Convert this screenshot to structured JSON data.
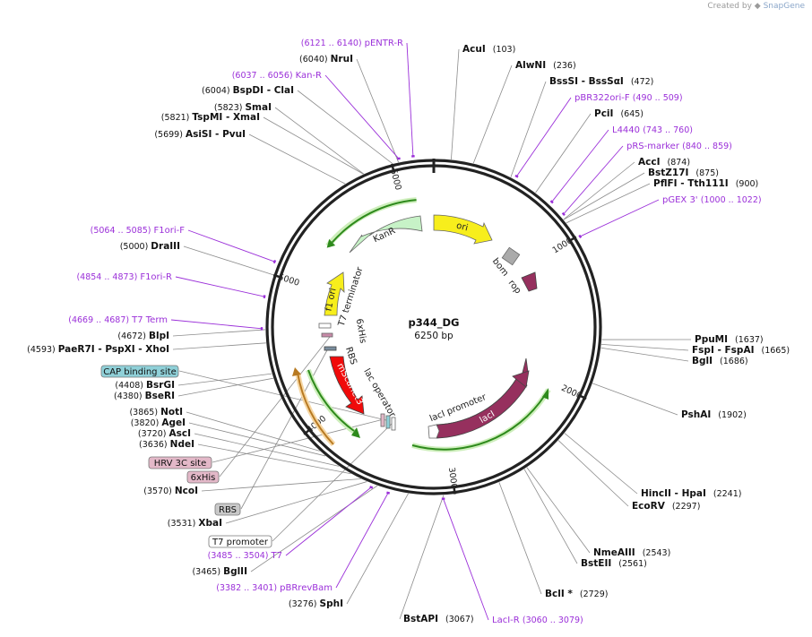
{
  "credit": {
    "prefix": "Created by",
    "brand": "SnapGene"
  },
  "plasmid": {
    "name": "p344_DG",
    "size_label": "6250 bp",
    "length": 6250
  },
  "ticks": [
    {
      "bp": 1000,
      "label": "1000"
    },
    {
      "bp": 2000,
      "label": "2000"
    },
    {
      "bp": 3000,
      "label": "3000"
    },
    {
      "bp": 4000,
      "label": "4000"
    },
    {
      "bp": 5000,
      "label": "5000"
    },
    {
      "bp": 6000,
      "label": "6000"
    }
  ],
  "enzymes_right": [
    {
      "name": "AcuI",
      "pos": "(103)",
      "bp": 103
    },
    {
      "name": "AlwNI",
      "pos": "(236)",
      "bp": 236
    },
    {
      "name": "BssSI - BssSαI",
      "pos": "(472)",
      "bp": 472
    },
    {
      "name": "PciI",
      "pos": "(645)",
      "bp": 645
    },
    {
      "name": "AccI",
      "pos": "(874)",
      "bp": 874
    },
    {
      "name": "BstZ17I",
      "pos": "(875)",
      "bp": 875
    },
    {
      "name": "PflFI - Tth111I",
      "pos": "(900)",
      "bp": 900
    },
    {
      "name": "PpuMI",
      "pos": "(1637)",
      "bp": 1637
    },
    {
      "name": "FspI - FspAI",
      "pos": "(1665)",
      "bp": 1665
    },
    {
      "name": "BglI",
      "pos": "(1686)",
      "bp": 1686
    },
    {
      "name": "PshAI",
      "pos": "(1902)",
      "bp": 1902
    },
    {
      "name": "HincII - HpaI",
      "pos": "(2241)",
      "bp": 2241
    },
    {
      "name": "EcoRV",
      "pos": "(2297)",
      "bp": 2297
    },
    {
      "name": "NmeAIII",
      "pos": "(2543)",
      "bp": 2543
    },
    {
      "name": "BstEII",
      "pos": "(2561)",
      "bp": 2561
    },
    {
      "name": "BclI *",
      "pos": "(2729)",
      "bp": 2729
    },
    {
      "name": "BstAPI",
      "pos": "(3067)",
      "bp": 3067
    }
  ],
  "enzymes_left": [
    {
      "name": "NruI",
      "pos": "(6040)",
      "bp": 6040
    },
    {
      "name": "BspDI - ClaI",
      "pos": "(6004)",
      "bp": 6004
    },
    {
      "name": "SmaI",
      "pos": "(5823)",
      "bp": 5823
    },
    {
      "name": "TspMI - XmaI",
      "pos": "(5821)",
      "bp": 5821
    },
    {
      "name": "AsiSI - PvuI",
      "pos": "(5699)",
      "bp": 5699
    },
    {
      "name": "DraIII",
      "pos": "(5000)",
      "bp": 5000
    },
    {
      "name": "BlpI",
      "pos": "(4672)",
      "bp": 4672
    },
    {
      "name": "PaeR7I - PspXI - XhoI",
      "pos": "(4593)",
      "bp": 4593
    },
    {
      "name": "BsrGI",
      "pos": "(4408)",
      "bp": 4408
    },
    {
      "name": "BseRI",
      "pos": "(4380)",
      "bp": 4380
    },
    {
      "name": "NotI",
      "pos": "(3865)",
      "bp": 3865
    },
    {
      "name": "AgeI",
      "pos": "(3820)",
      "bp": 3820
    },
    {
      "name": "AscI",
      "pos": "(3720)",
      "bp": 3720
    },
    {
      "name": "NdeI",
      "pos": "(3636)",
      "bp": 3636
    },
    {
      "name": "NcoI",
      "pos": "(3570)",
      "bp": 3570
    },
    {
      "name": "XbaI",
      "pos": "(3531)",
      "bp": 3531
    },
    {
      "name": "BglII",
      "pos": "(3465)",
      "bp": 3465
    },
    {
      "name": "SphI",
      "pos": "(3276)",
      "bp": 3276
    }
  ],
  "primers_right": [
    {
      "name": "pBR322ori-F",
      "pos": "(490 .. 509)",
      "bp": 500
    },
    {
      "name": "L4440",
      "pos": "(743 .. 760)",
      "bp": 752
    },
    {
      "name": "pRS-marker",
      "pos": "(840 .. 859)",
      "bp": 850
    },
    {
      "name": "pGEX 3'",
      "pos": "(1000 .. 1022)",
      "bp": 1011
    },
    {
      "name": "LacI-R",
      "pos": "(3060 .. 3079)",
      "bp": 3070
    }
  ],
  "primers_left": [
    {
      "name": "pENTR-R",
      "pos": "(6121 .. 6140)",
      "bp": 6130
    },
    {
      "name": "Kan-R",
      "pos": "(6037 .. 6056)",
      "bp": 6046
    },
    {
      "name": "F1ori-F",
      "pos": "(5064 .. 5085)",
      "bp": 5075
    },
    {
      "name": "F1ori-R",
      "pos": "(4854 .. 4873)",
      "bp": 4864
    },
    {
      "name": "T7 Term",
      "pos": "(4669 .. 4687)",
      "bp": 4678
    },
    {
      "name": "T7",
      "pos": "(3485 .. 3504)",
      "bp": 3495
    },
    {
      "name": "pBRrevBam",
      "pos": "(3382 .. 3401)",
      "bp": 3392
    }
  ],
  "feature_boxes": [
    {
      "label": "CAP binding site",
      "color": "#8fd0d8"
    },
    {
      "label": "HRV 3C site",
      "color": "#e3b8c8"
    },
    {
      "label": "6xHis",
      "color": "#e3b8c8"
    },
    {
      "label": "RBS",
      "color": "#c8c8c8"
    },
    {
      "label": "T7 promoter",
      "color": "#ffffff"
    }
  ],
  "features": [
    {
      "label": "ori",
      "color": "#f7ee1c"
    },
    {
      "label": "KanR",
      "color": "#c7f2c7"
    },
    {
      "label": "f1 ori",
      "color": "#f7ee1c"
    },
    {
      "label": "mScarlet3",
      "color": "#f00a0a"
    },
    {
      "label": "lacI",
      "color": "#96305e"
    },
    {
      "label": "bom"
    },
    {
      "label": "rop"
    },
    {
      "label": "T7 terminator"
    },
    {
      "label": "6xHis"
    },
    {
      "label": "RBS"
    },
    {
      "label": "lac operator"
    },
    {
      "label": "lacI promoter"
    }
  ],
  "colors": {
    "primer": "#9b30d9",
    "orf_arrow": "#2e8a1c",
    "orf_halo": "#cdeebb",
    "backbone": "#222222"
  }
}
